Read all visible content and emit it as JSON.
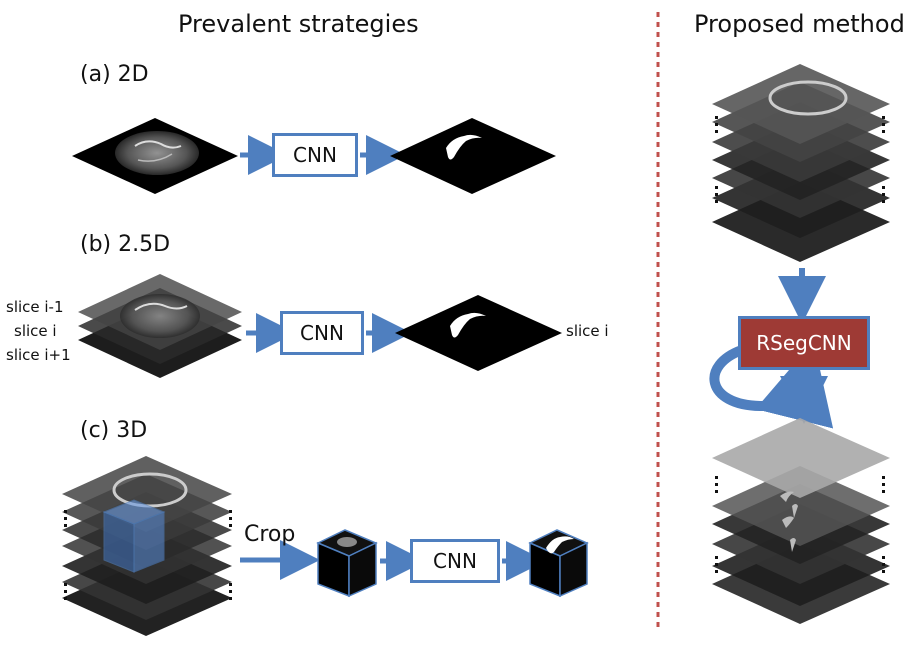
{
  "headers": {
    "left": "Prevalent strategies",
    "right": "Proposed method"
  },
  "rows": {
    "a": {
      "label": "(a) 2D",
      "cnn": "CNN"
    },
    "b": {
      "label": "(b) 2.5D",
      "cnn": "CNN",
      "slice_labels": [
        "slice i-1",
        "slice i",
        "slice i+1"
      ],
      "output_label": "slice i"
    },
    "c": {
      "label": "(c) 3D",
      "crop": "Crop",
      "cnn": "CNN"
    }
  },
  "proposed": {
    "model": "RSegCNN"
  },
  "colors": {
    "arrow": "#4f7fbf",
    "divider": "#c0504d",
    "model_fill": "#9e3a35",
    "slice_dark": "#1a1a1a"
  }
}
